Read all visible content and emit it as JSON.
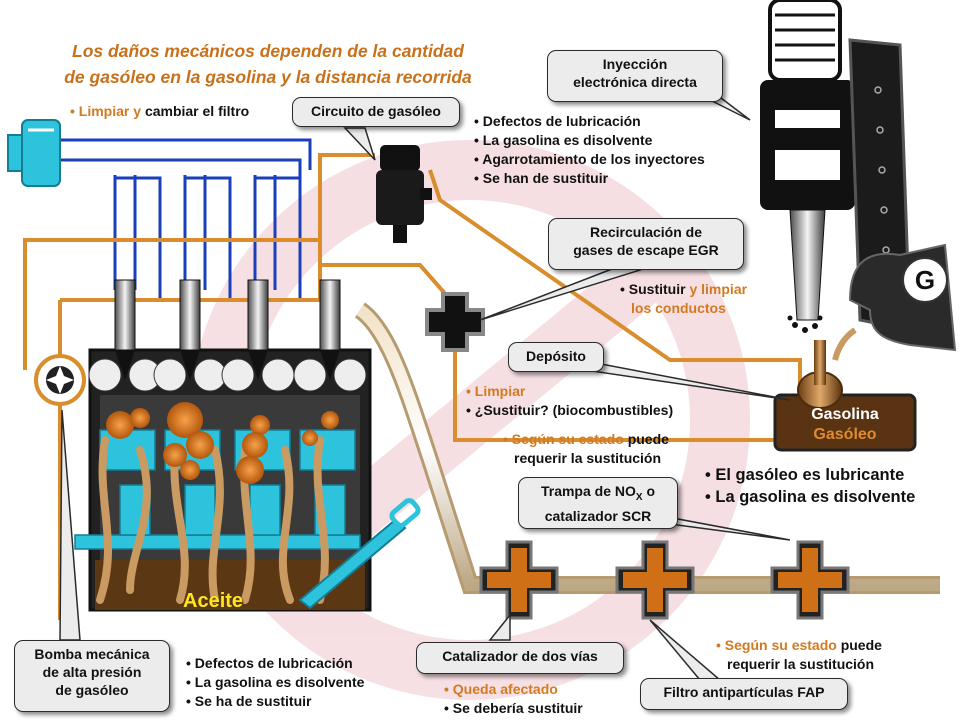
{
  "title": {
    "line1": "Los daños mecánicos dependen de la cantidad",
    "line2": "de gasóleo en la gasolina y la distancia recorrida"
  },
  "filter_note": {
    "orange": "• Limpiar y",
    "dark": "cambiar el filtro"
  },
  "callouts": {
    "circuito": "Circuito de gasóleo",
    "inyeccion_line1": "Inyección",
    "inyeccion_line2": "electrónica directa",
    "egr_line1": "Recirculación de",
    "egr_line2": "gases de escape EGR",
    "deposito": "Depósito",
    "trampa_line1_pre": "Trampa de NO",
    "trampa_sub": "X",
    "trampa_line1_post": " o",
    "trampa_line2": "catalizador SCR",
    "bomba_line1": "Bomba mecánica",
    "bomba_line2": "de alta presión",
    "bomba_line3": "de gasóleo",
    "catalizador": "Catalizador de dos vías",
    "filtro_fap": "Filtro antipartículas FAP"
  },
  "injector_notes": [
    "• Defectos de lubricación",
    "• La gasolina es disolvente",
    "• Agarrotamiento de los inyectores",
    "• Se han de sustituir"
  ],
  "egr_notes": {
    "line1_dark": "• Sustituir",
    "line1_orange": "y limpiar",
    "line2_orange": "los conductos"
  },
  "deposito_notes": {
    "line1": "• Limpiar",
    "line2": "• ¿Sustituir? (biocombustibles)"
  },
  "estado_note_1": {
    "orange": "• Según su estado",
    "dark1": "puede",
    "line2": "requerir la sustitución"
  },
  "lubricant_notes": [
    "• El gasóleo es lubricante",
    "• La gasolina es disolvente"
  ],
  "pump_notes": [
    "• Defectos de lubricación",
    "• La gasolina es disolvente",
    "• Se ha de sustituir"
  ],
  "catalizador_notes": {
    "line1": "• Queda afectado",
    "line2": "• Se debería sustituir"
  },
  "estado_note_2": {
    "orange": "• Según su estado",
    "dark1": "puede",
    "line2": "requerir la sustitución"
  },
  "tank": {
    "line1": "Gasolina",
    "line2": "Gasóleo"
  },
  "oil_label": "Aceite",
  "nozzle_letter": "G",
  "colors": {
    "orange": "#d27a22",
    "fuel_pipe": "#d98d2c",
    "coolant_blue": "#1a3fb8",
    "cyan": "#2ec3dc",
    "soot": "#cf6b12",
    "tank_brown": "#5a3412"
  }
}
